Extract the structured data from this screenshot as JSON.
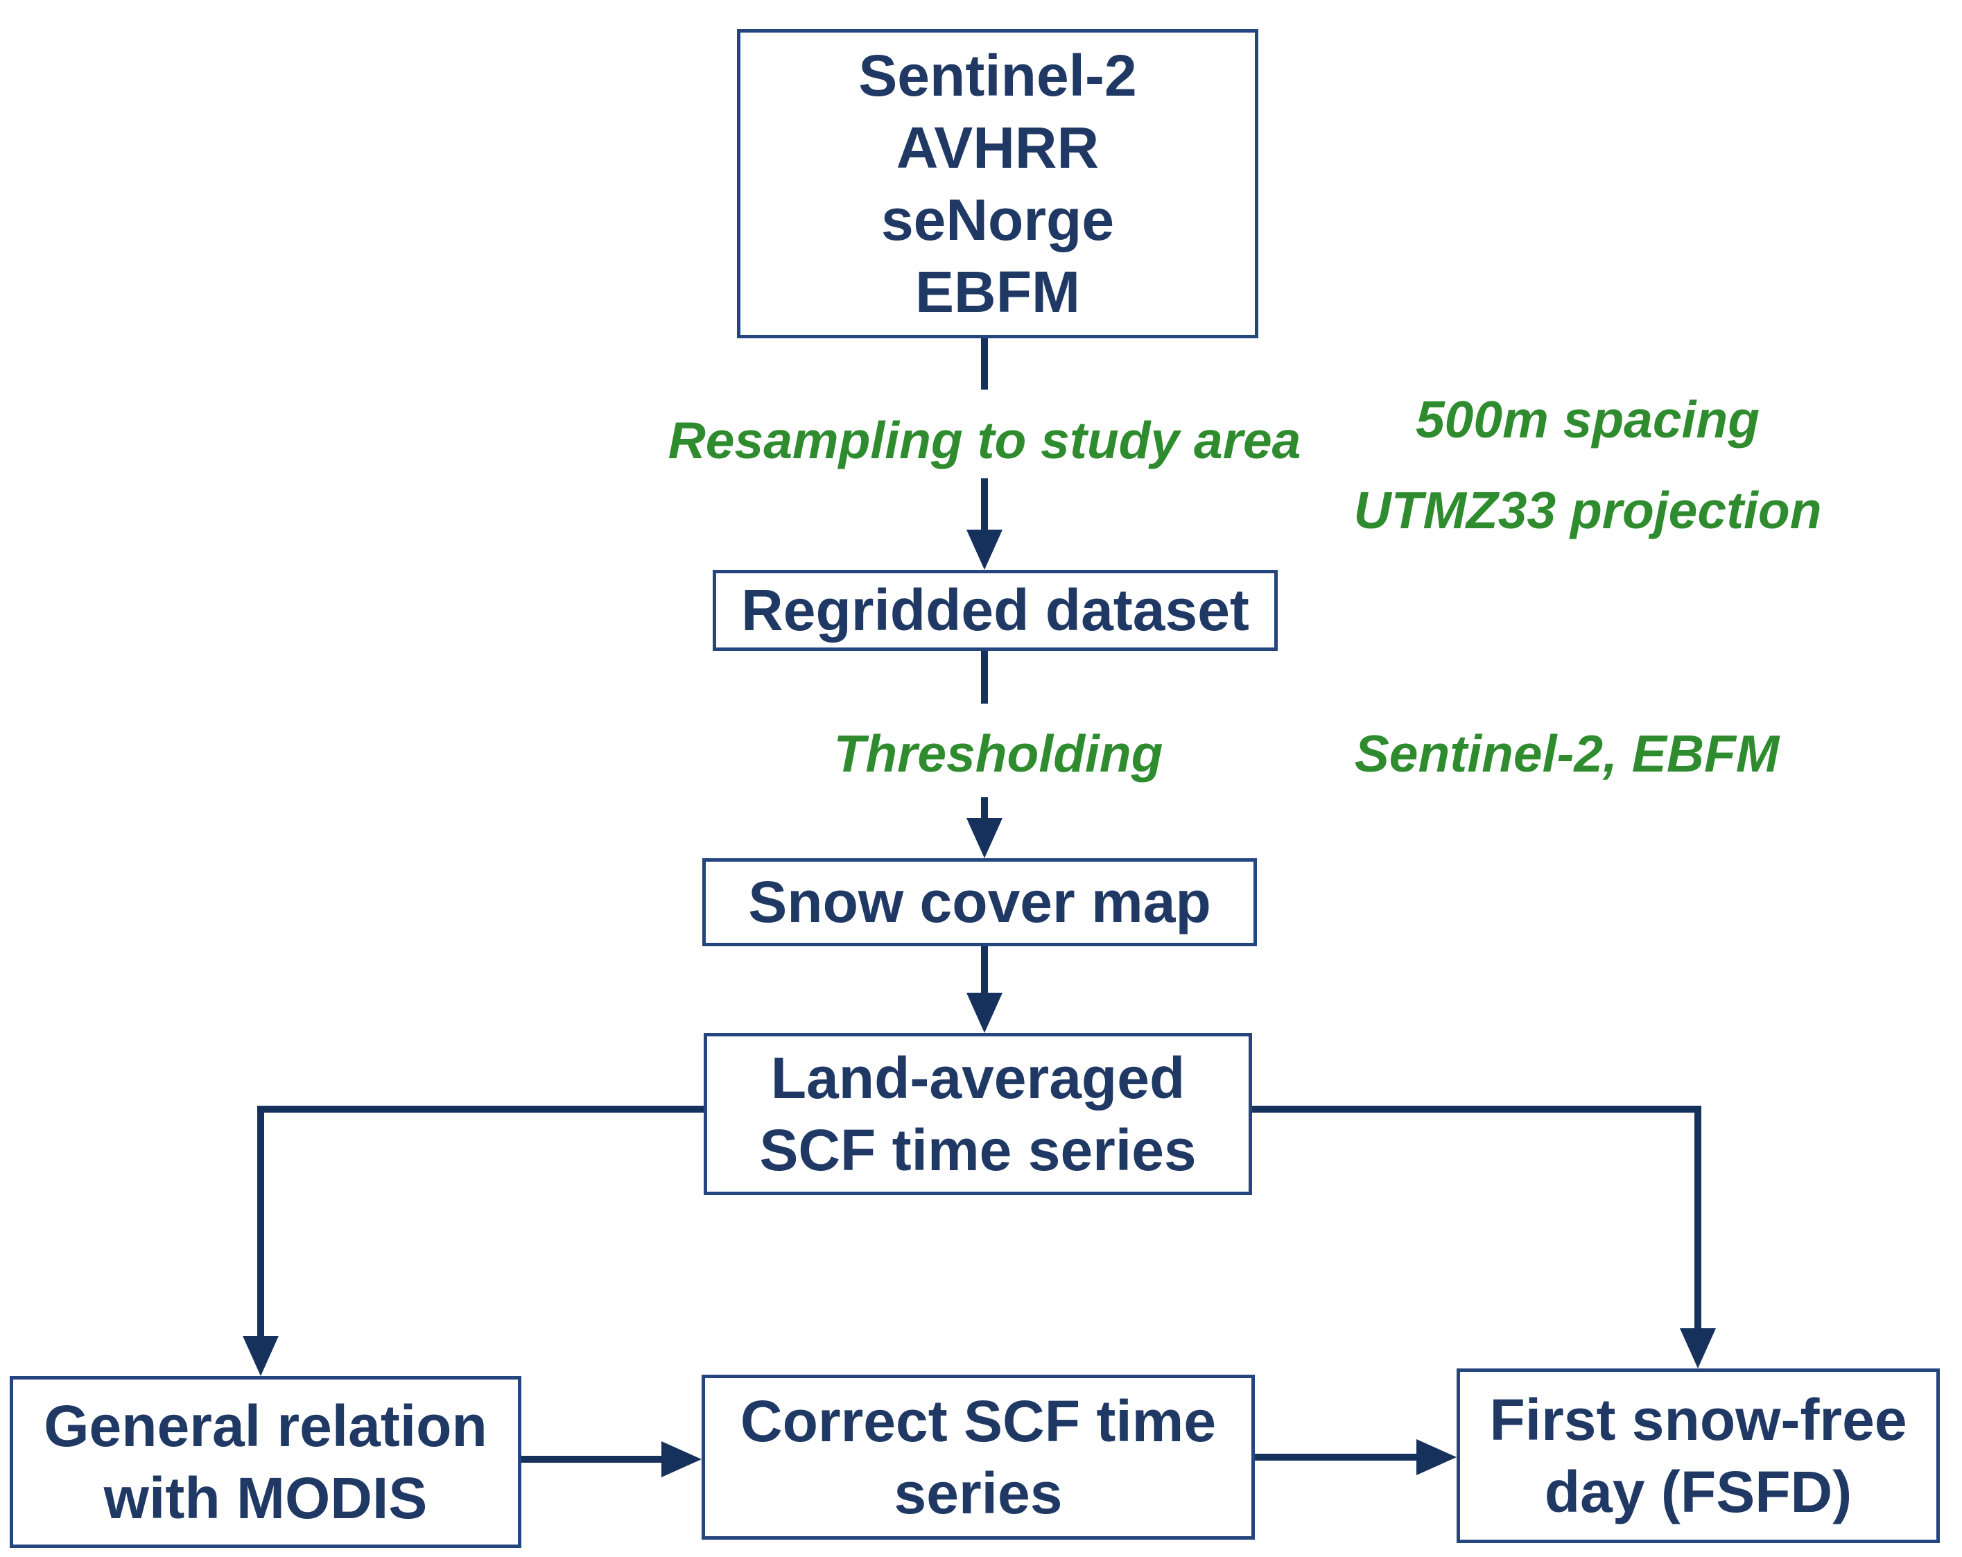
{
  "figure": {
    "type": "flowchart",
    "background": "#ffffff"
  },
  "colors": {
    "box_text": "#1F3864",
    "box_border": "#24457E",
    "connector": "#16325C",
    "annotation_green": "#2E8B2E"
  },
  "boxes": {
    "sources": {
      "lines": [
        "Sentinel-2",
        "AVHRR",
        "seNorge",
        "EBFM"
      ]
    },
    "regridded": {
      "label": "Regridded dataset"
    },
    "snow_cover": {
      "label": "Snow cover map"
    },
    "land_averaged": {
      "lines": [
        "Land-averaged",
        "SCF time series"
      ]
    },
    "general_relation": {
      "lines": [
        "General relation",
        "with MODIS"
      ]
    },
    "correct_scf": {
      "lines": [
        "Correct SCF time",
        "series"
      ]
    },
    "fsfd": {
      "lines": [
        "First snow-free",
        "day (FSFD)"
      ]
    }
  },
  "annotations": {
    "resampling_label": "Resampling to study area",
    "resampling_note_lines": [
      "500m spacing",
      "UTMZ33 projection"
    ],
    "thresholding_label": "Thresholding",
    "thresholding_note": "Sentinel-2, EBFM"
  }
}
